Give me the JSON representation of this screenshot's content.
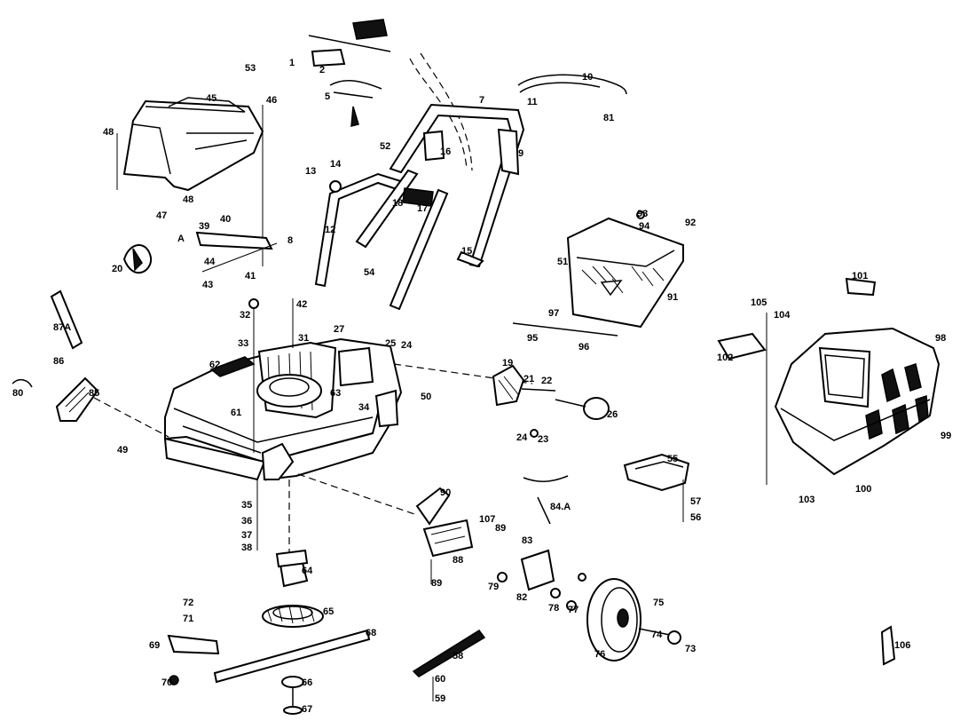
{
  "diagram": {
    "callouts": [
      {
        "id": "c1",
        "text": "1"
      },
      {
        "id": "c2",
        "text": "2"
      },
      {
        "id": "c5",
        "text": "5"
      },
      {
        "id": "c7",
        "text": "7"
      },
      {
        "id": "c8",
        "text": "8"
      },
      {
        "id": "c9",
        "text": "9"
      },
      {
        "id": "c10",
        "text": "10"
      },
      {
        "id": "c11",
        "text": "11"
      },
      {
        "id": "c12",
        "text": "12"
      },
      {
        "id": "c13",
        "text": "13"
      },
      {
        "id": "c14",
        "text": "14"
      },
      {
        "id": "c15",
        "text": "15"
      },
      {
        "id": "c16",
        "text": "16"
      },
      {
        "id": "c17",
        "text": "17"
      },
      {
        "id": "c18",
        "text": "18"
      },
      {
        "id": "c19",
        "text": "19"
      },
      {
        "id": "c20",
        "text": "20"
      },
      {
        "id": "c21",
        "text": "21"
      },
      {
        "id": "c22",
        "text": "22"
      },
      {
        "id": "c23",
        "text": "23"
      },
      {
        "id": "c24a",
        "text": "24"
      },
      {
        "id": "c24b",
        "text": "24"
      },
      {
        "id": "c25",
        "text": "25"
      },
      {
        "id": "c26",
        "text": "26"
      },
      {
        "id": "c27",
        "text": "27"
      },
      {
        "id": "c31",
        "text": "31"
      },
      {
        "id": "c32",
        "text": "32"
      },
      {
        "id": "c33",
        "text": "33"
      },
      {
        "id": "c34",
        "text": "34"
      },
      {
        "id": "c35",
        "text": "35"
      },
      {
        "id": "c36",
        "text": "36"
      },
      {
        "id": "c37",
        "text": "37"
      },
      {
        "id": "c38",
        "text": "38"
      },
      {
        "id": "c39",
        "text": "39"
      },
      {
        "id": "c40",
        "text": "40"
      },
      {
        "id": "c41",
        "text": "41"
      },
      {
        "id": "c42",
        "text": "42"
      },
      {
        "id": "c43",
        "text": "43"
      },
      {
        "id": "c44",
        "text": "44"
      },
      {
        "id": "c45",
        "text": "45"
      },
      {
        "id": "c46",
        "text": "46"
      },
      {
        "id": "c47",
        "text": "47"
      },
      {
        "id": "c48a",
        "text": "48"
      },
      {
        "id": "c48b",
        "text": "48"
      },
      {
        "id": "c49",
        "text": "49"
      },
      {
        "id": "c50",
        "text": "50"
      },
      {
        "id": "c51",
        "text": "51"
      },
      {
        "id": "c52",
        "text": "52"
      },
      {
        "id": "c53",
        "text": "53"
      },
      {
        "id": "c54",
        "text": "54"
      },
      {
        "id": "c55",
        "text": "55"
      },
      {
        "id": "c56",
        "text": "56"
      },
      {
        "id": "c57",
        "text": "57"
      },
      {
        "id": "c58",
        "text": "58"
      },
      {
        "id": "c59",
        "text": "59"
      },
      {
        "id": "c60",
        "text": "60"
      },
      {
        "id": "c61",
        "text": "61"
      },
      {
        "id": "c62",
        "text": "62"
      },
      {
        "id": "c63",
        "text": "63"
      },
      {
        "id": "c64",
        "text": "64"
      },
      {
        "id": "c65",
        "text": "65"
      },
      {
        "id": "c66",
        "text": "66"
      },
      {
        "id": "c67",
        "text": "67"
      },
      {
        "id": "c68",
        "text": "68"
      },
      {
        "id": "c69",
        "text": "69"
      },
      {
        "id": "c70",
        "text": "70"
      },
      {
        "id": "c71",
        "text": "71"
      },
      {
        "id": "c72",
        "text": "72"
      },
      {
        "id": "c73",
        "text": "73"
      },
      {
        "id": "c74",
        "text": "74"
      },
      {
        "id": "c75",
        "text": "75"
      },
      {
        "id": "c76",
        "text": "76"
      },
      {
        "id": "c77",
        "text": "77"
      },
      {
        "id": "c78",
        "text": "78"
      },
      {
        "id": "c79",
        "text": "79"
      },
      {
        "id": "c80",
        "text": "80"
      },
      {
        "id": "c81",
        "text": "81"
      },
      {
        "id": "c82",
        "text": "82"
      },
      {
        "id": "c83",
        "text": "83"
      },
      {
        "id": "c84A",
        "text": "84.A"
      },
      {
        "id": "c85",
        "text": "85"
      },
      {
        "id": "c86",
        "text": "86"
      },
      {
        "id": "c87A",
        "text": "87A"
      },
      {
        "id": "c88",
        "text": "88"
      },
      {
        "id": "c89a",
        "text": "89"
      },
      {
        "id": "c89b",
        "text": "89"
      },
      {
        "id": "c90",
        "text": "90"
      },
      {
        "id": "c91",
        "text": "91"
      },
      {
        "id": "c92",
        "text": "92"
      },
      {
        "id": "c93",
        "text": "93"
      },
      {
        "id": "c94",
        "text": "94"
      },
      {
        "id": "c95",
        "text": "95"
      },
      {
        "id": "c96",
        "text": "96"
      },
      {
        "id": "c97",
        "text": "97"
      },
      {
        "id": "c98",
        "text": "98"
      },
      {
        "id": "c99",
        "text": "99"
      },
      {
        "id": "c100",
        "text": "100"
      },
      {
        "id": "c101",
        "text": "101"
      },
      {
        "id": "c102",
        "text": "102"
      },
      {
        "id": "c103",
        "text": "103"
      },
      {
        "id": "c104",
        "text": "104"
      },
      {
        "id": "c105",
        "text": "105"
      },
      {
        "id": "c106",
        "text": "106"
      },
      {
        "id": "c107",
        "text": "107"
      },
      {
        "id": "cA",
        "text": "A"
      }
    ]
  }
}
